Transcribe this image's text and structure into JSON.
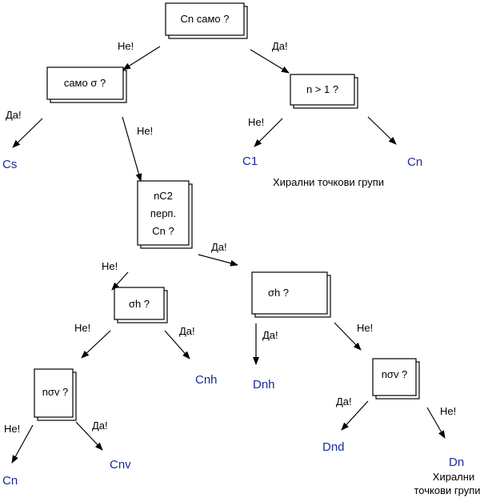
{
  "questions": {
    "q1": "Cn само ?",
    "q2": "само σ ?",
    "q3": "n > 1 ?",
    "q4_line1": "nC2",
    "q4_line2": "перп.",
    "q4_line3": "Cn ?",
    "q5": "σh ?",
    "q6": "σh ?",
    "q7": "nσv ?",
    "q8": "nσv ?"
  },
  "answers": {
    "no": "Не!",
    "yes": "Да!"
  },
  "results": {
    "cs": "Cs",
    "c1": "C1",
    "cn_chiral": "Cn",
    "cnh": "Cnh",
    "dnh": "Dnh",
    "cn": "Cn",
    "cnv": "Cnv",
    "dnd": "Dnd",
    "dn": "Dn"
  },
  "notes": {
    "chiral_1": "Хирални точкови групи",
    "chiral_2_line1": "Хирални",
    "chiral_2_line2": "точкови групи"
  },
  "colors": {
    "result_text": "#1a2a9a",
    "box_border": "#000000",
    "box_shadow": "#000000"
  }
}
